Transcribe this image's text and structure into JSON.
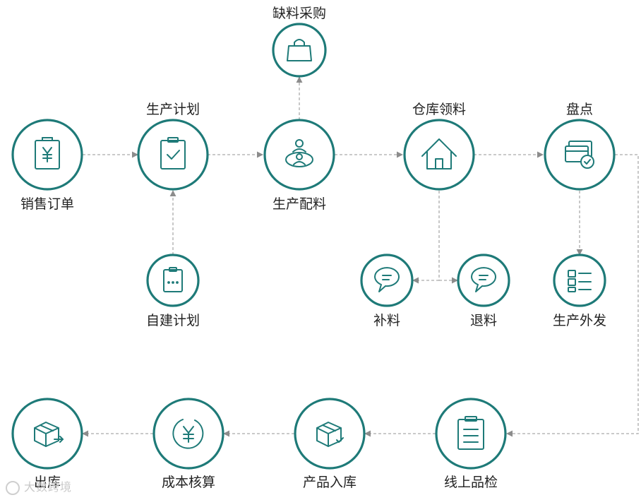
{
  "colors": {
    "teal": "#1e7a78",
    "connector": "#aaaaaa",
    "arrowhead": "#8c8c8c"
  },
  "nodes": {
    "sales_order": {
      "label": "销售订单",
      "icon": "yen-doc-icon"
    },
    "production_plan": {
      "label": "生产计划",
      "icon": "check-clipboard-icon"
    },
    "shortage_purchase": {
      "label": "缺料采购",
      "icon": "shopping-bag-icon"
    },
    "production_kitting": {
      "label": "生产配料",
      "icon": "workers-icon"
    },
    "warehouse_picking": {
      "label": "仓库领料",
      "icon": "house-icon"
    },
    "inventory_count": {
      "label": "盘点",
      "icon": "cards-check-icon"
    },
    "self_plan": {
      "label": "自建计划",
      "icon": "dots-clipboard-icon"
    },
    "replenish": {
      "label": "补料",
      "icon": "chat-bubble-icon"
    },
    "return_material": {
      "label": "退料",
      "icon": "chat-bubble-icon"
    },
    "outsourcing": {
      "label": "生产外发",
      "icon": "list-icon"
    },
    "online_qc": {
      "label": "线上品检",
      "icon": "checklist-icon"
    },
    "product_inbound": {
      "label": "产品入库",
      "icon": "box-check-icon"
    },
    "cost_accounting": {
      "label": "成本核算",
      "icon": "yen-circle-icon"
    },
    "outbound": {
      "label": "出库",
      "icon": "box-arrow-icon"
    }
  },
  "watermark": {
    "text": "大数跨境"
  }
}
